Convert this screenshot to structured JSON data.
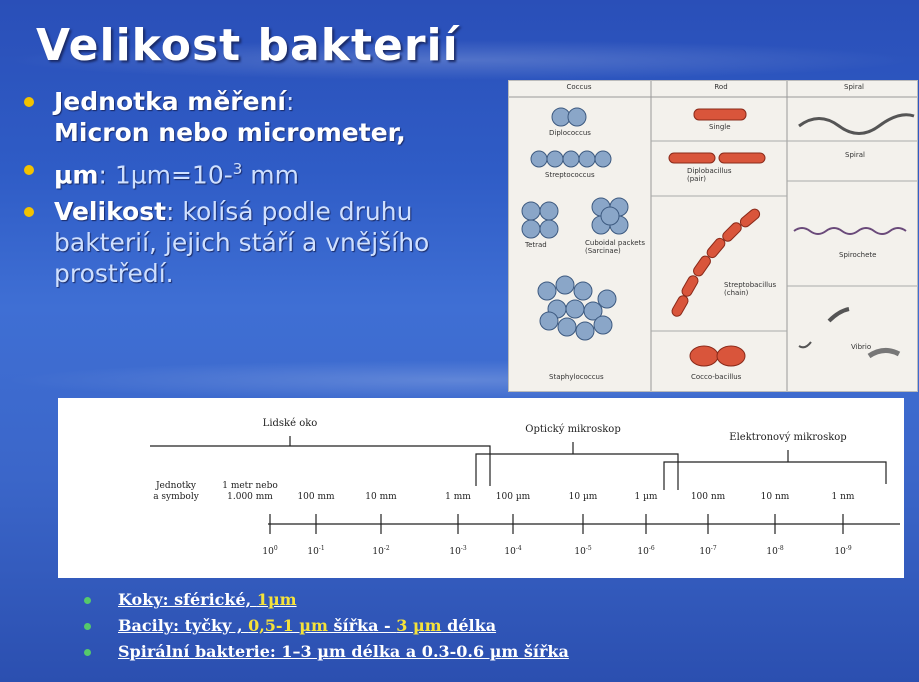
{
  "title": "Velikost bakterií",
  "bullets": [
    {
      "strong": "Jednotka měření",
      "rest": ":",
      "line2": "Micron nebo micrometer,"
    },
    {
      "strong": "µm",
      "rest_pre": ": 1µm=10-",
      "sup": "3",
      "rest_post": " mm"
    },
    {
      "strong": "Velikost",
      "rest": ": kolísá podle druhu bakterií, jejich stáří a vnějšího prostředí."
    }
  ],
  "bacteria_panel": {
    "headers": [
      "Coccus",
      "Rod",
      "Spiral"
    ],
    "captions": [
      "Diplococcus",
      "Streptococcus",
      "Tetrad",
      "Cuboidal packets (Sarcinae)",
      "Staphylococcus",
      "Single",
      "Diplobacillus (pair)",
      "Streptobacillus (chain)",
      "Cocco-bacillus",
      "Spiral",
      "Spirochete",
      "Vibrio"
    ]
  },
  "scale": {
    "group_labels": [
      "Lidské oko",
      "Optický mikroskop",
      "Elektronový mikroskop"
    ],
    "unit_header": [
      "Jednotky",
      "a symboly"
    ],
    "unit_first": [
      "1 metr nebo",
      "1.000 mm"
    ],
    "units": [
      "100 mm",
      "10 mm",
      "1 mm",
      "100 µm",
      "10 µm",
      "1 µm",
      "100 nm",
      "10 nm",
      "1 nm"
    ],
    "powers": [
      {
        "base": "10",
        "exp": "0"
      },
      {
        "base": "10",
        "exp": "-1"
      },
      {
        "base": "10",
        "exp": "-2"
      },
      {
        "base": "10",
        "exp": "-3"
      },
      {
        "base": "10",
        "exp": "-4"
      },
      {
        "base": "10",
        "exp": "-5"
      },
      {
        "base": "10",
        "exp": "-6"
      },
      {
        "base": "10",
        "exp": "-7"
      },
      {
        "base": "10",
        "exp": "-8"
      },
      {
        "base": "10",
        "exp": "-9"
      }
    ]
  },
  "footer": [
    {
      "a": "Koky: sférické, ",
      "b": "1µm"
    },
    {
      "a": "Bacily: tyčky , ",
      "b": "0,5-1 µm",
      "c": " šířka - ",
      "d": "3 µm",
      "e": " délka"
    },
    {
      "a": "Spirální bakterie: 1–3 µm délka a 0.3-0.6 µm šířka"
    }
  ],
  "colors": {
    "bullet": "#f2c200",
    "footer_bullet": "#55c96b",
    "highlight": "#f5e23a"
  }
}
